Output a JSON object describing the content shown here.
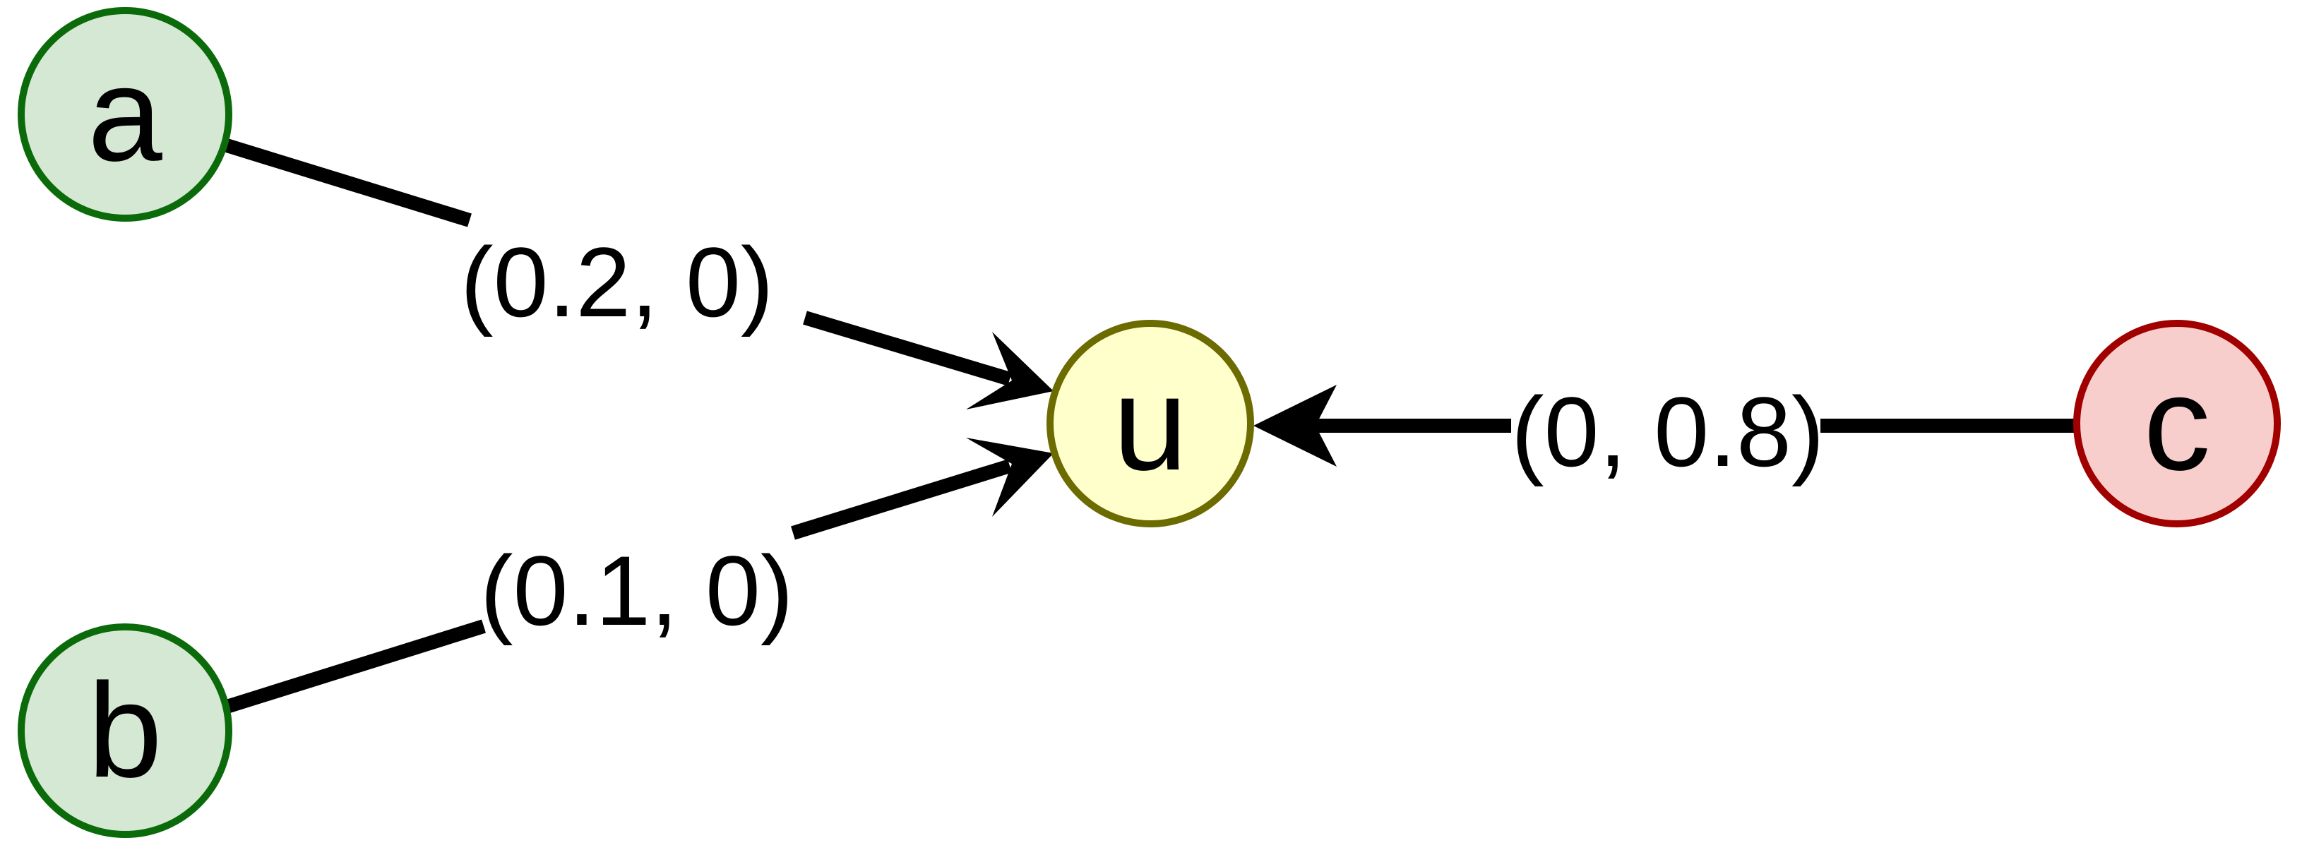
{
  "colors": {
    "source_fill": "#d5e8d4",
    "source_stroke": "#0b6b0b",
    "target_fill": "#ffffcc",
    "target_stroke": "#6b6b00",
    "negative_fill": "#f8cecc",
    "negative_stroke": "#a00000",
    "edge": "#000000"
  },
  "nodes": {
    "a": {
      "label": "a"
    },
    "b": {
      "label": "b"
    },
    "u": {
      "label": "u"
    },
    "c": {
      "label": "c"
    }
  },
  "edges": {
    "a_u": {
      "label": "(0.2, 0)"
    },
    "b_u": {
      "label": "(0.1, 0)"
    },
    "c_u": {
      "label": "(0, 0.8)"
    }
  }
}
